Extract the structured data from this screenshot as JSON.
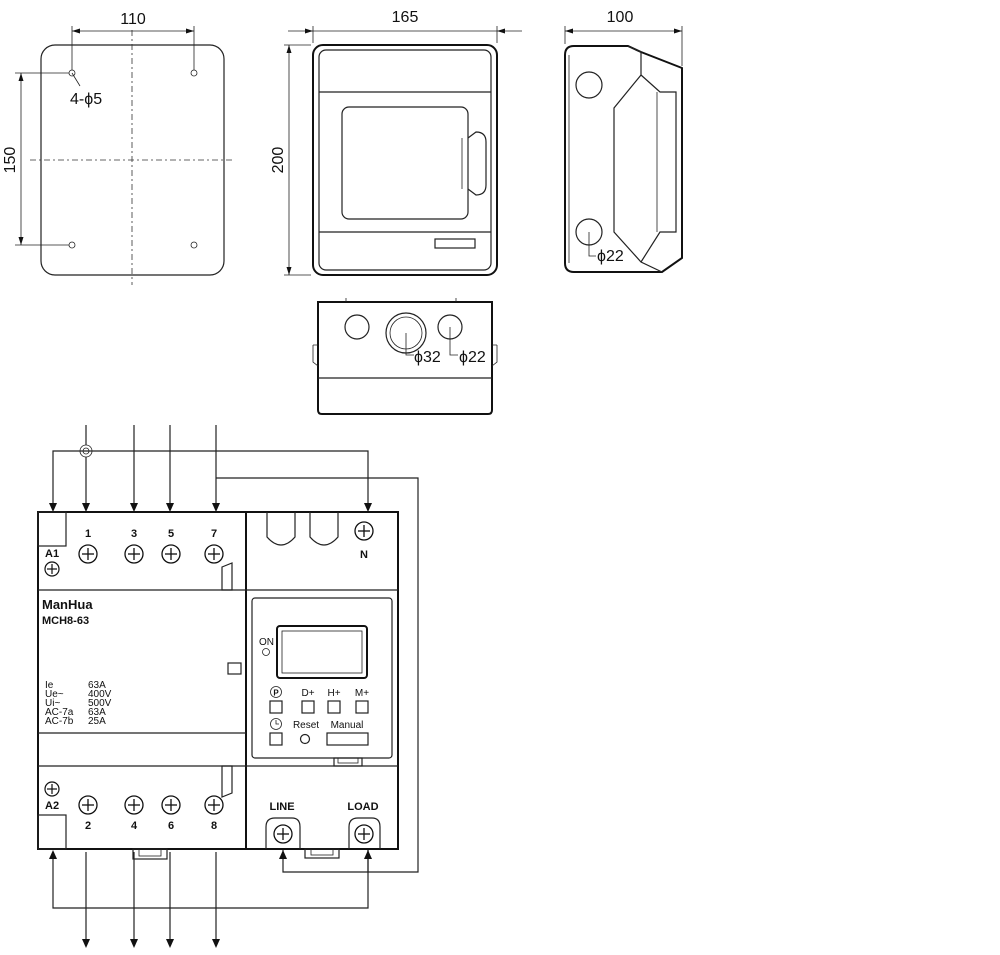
{
  "back_view": {
    "width_dim": "110",
    "height_dim": "150",
    "holes_label": "4-ϕ5"
  },
  "front_view": {
    "width_dim": "165",
    "height_dim": "200"
  },
  "side_view": {
    "depth_dim": "100",
    "hole_label": "ϕ22"
  },
  "bottom_view": {
    "hole_large_label": "ϕ32",
    "hole_small_label": "ϕ22"
  },
  "device": {
    "brand": "ManHua",
    "model": "MCH8-63",
    "terminal_a1": "A1",
    "terminal_a2": "A2",
    "top_terminals": [
      "1",
      "3",
      "5",
      "7"
    ],
    "bottom_terminals": [
      "2",
      "4",
      "6",
      "8"
    ],
    "neutral": "N",
    "specs": [
      {
        "key": "Ie",
        "value": "63A"
      },
      {
        "key": "Ue~",
        "value": "400V"
      },
      {
        "key": "Ui~",
        "value": "500V"
      },
      {
        "key": "AC-7a",
        "value": "63A"
      },
      {
        "key": "AC-7b",
        "value": "25A"
      }
    ],
    "timer": {
      "on_label": "ON",
      "buttons": [
        "D+",
        "H+",
        "M+"
      ],
      "reset_label": "Reset",
      "manual_label": "Manual",
      "line_label": "LINE",
      "load_label": "LOAD"
    }
  }
}
